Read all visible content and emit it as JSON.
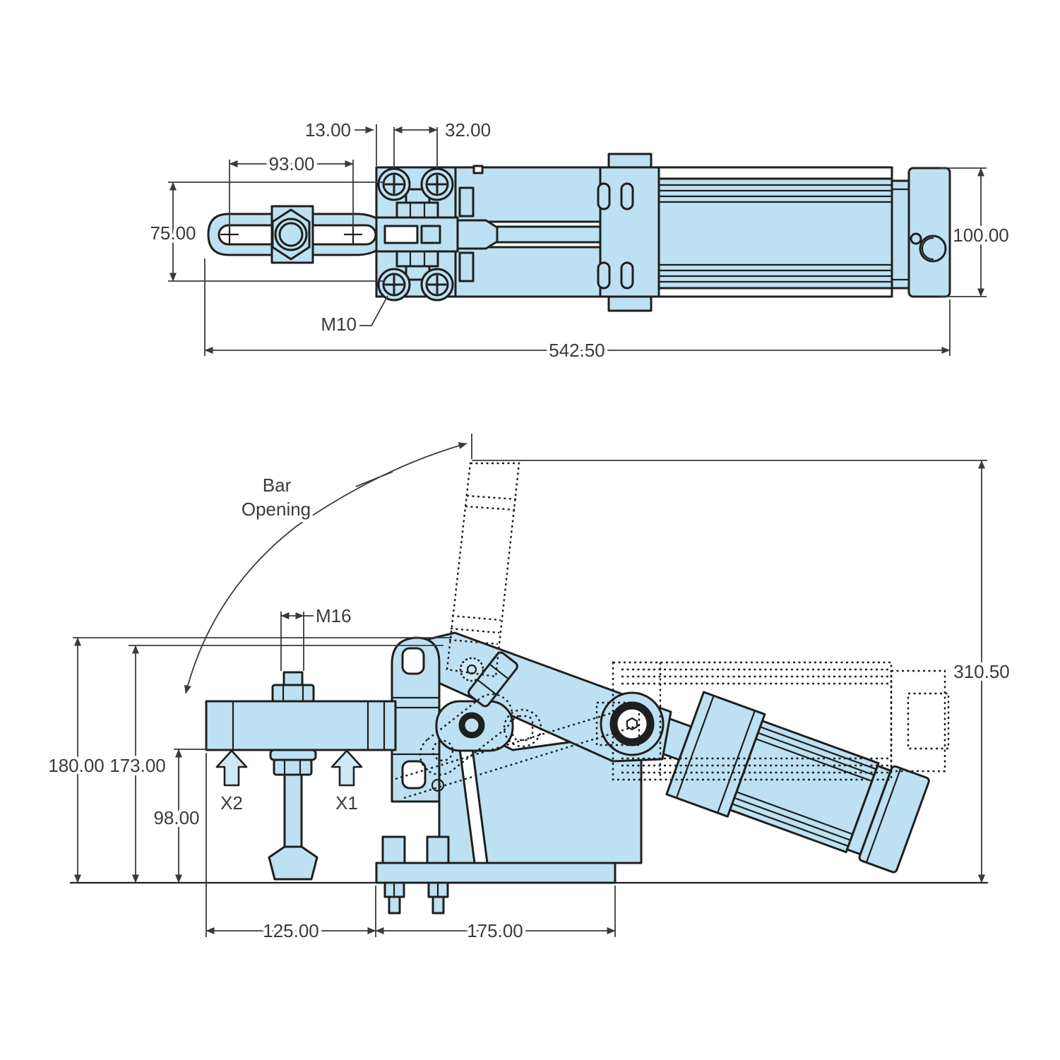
{
  "title": "Pneumatic toggle clamp dimensioned drawing",
  "colors": {
    "part_fill": "#bde1f2",
    "outline": "#1f1f1f",
    "dimension": "#3a3a3a",
    "background": "#ffffff"
  },
  "top_view": {
    "dim_edge_to_hole": "13.00",
    "dim_hole_spacing": "32.00",
    "dim_slot_length": "93.00",
    "dim_bar_width": "75.00",
    "dim_cap_height": "100.00",
    "dim_overall_length": "542.50",
    "label_thread": "M10"
  },
  "side_view": {
    "label_bar_opening_line1": "Bar",
    "label_bar_opening_line2": "Opening",
    "label_spindle_thread": "M16",
    "dim_open_height": "310.50",
    "dim_total_height": "180.00",
    "dim_bar_top_height": "173.00",
    "dim_bar_clearance": "98.00",
    "label_force_x2": "X2",
    "label_force_x1": "X1",
    "dim_bar_overhang": "125.00",
    "dim_base_length": "175.00"
  }
}
